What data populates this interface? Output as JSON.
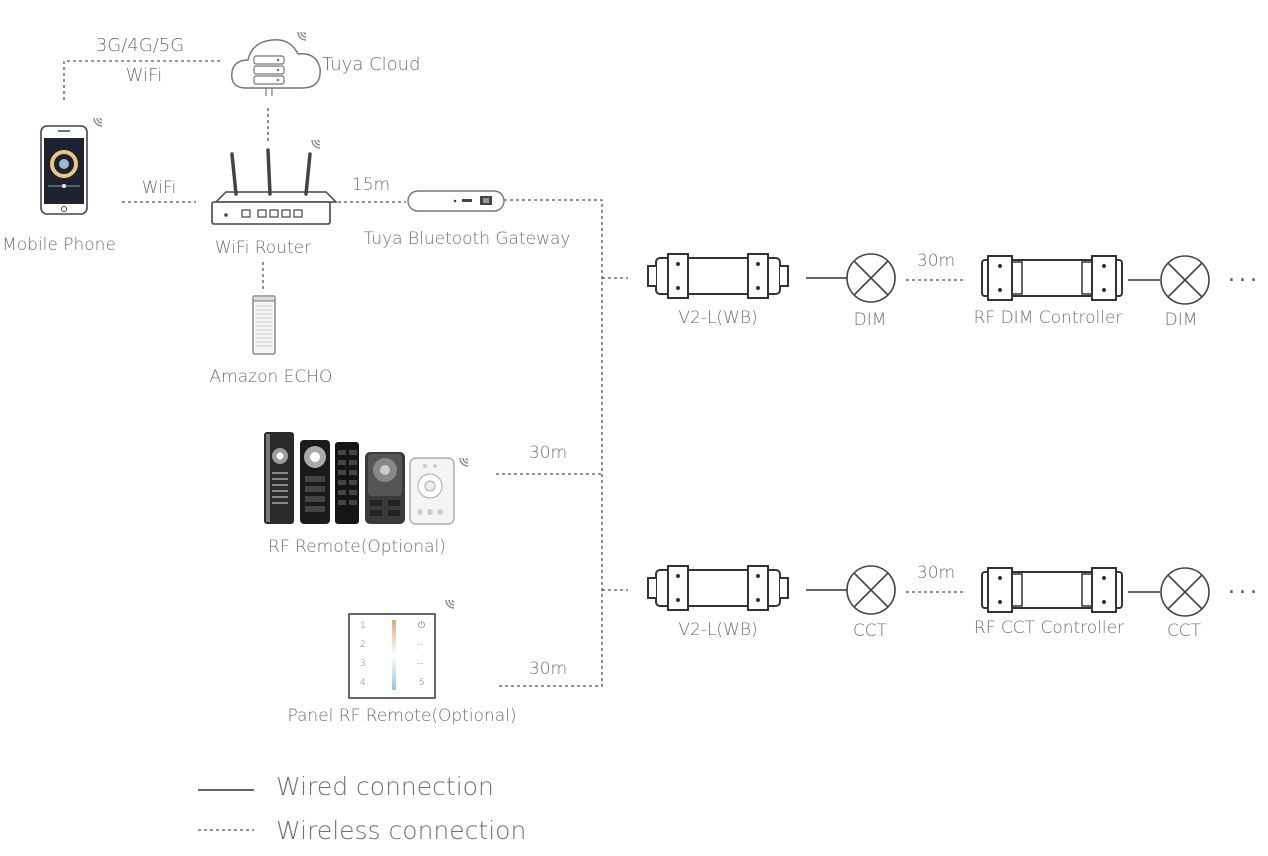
{
  "labels": {
    "cloud": "Tuya Cloud",
    "net_top": "3G/4G/5G",
    "net_bottom": "WiFi",
    "phone": "Mobile Phone",
    "phone_router_link": "WiFi",
    "router": "WiFi Router",
    "gateway": "Tuya Bluetooth Gateway",
    "gateway_dist": "15m",
    "echo": "Amazon ECHO",
    "rf_remote": "RF Remote(Optional)",
    "rf_remote_dist": "30m",
    "panel_remote": "Panel RF Remote(Optional)",
    "panel_remote_dist": "30m"
  },
  "rows": [
    {
      "driver": "V2-L(WB)",
      "lamp1": "DIM",
      "dist": "30m",
      "controller": "RF DIM Controller",
      "lamp2": "DIM",
      "more": "..."
    },
    {
      "driver": "V2-L(WB)",
      "lamp1": "CCT",
      "dist": "30m",
      "controller": "RF CCT Controller",
      "lamp2": "CCT",
      "more": "..."
    }
  ],
  "panel_keys": {
    "left": [
      "1",
      "2",
      "3",
      "4"
    ],
    "right": [
      "⏻",
      "-̣̇-",
      "-̣̇-",
      "5"
    ]
  },
  "legend": {
    "wired": "Wired connection",
    "wireless": "Wireless connection"
  },
  "colors": {
    "line": "#555555",
    "text": "#6f6f6f",
    "device": "#333333"
  }
}
